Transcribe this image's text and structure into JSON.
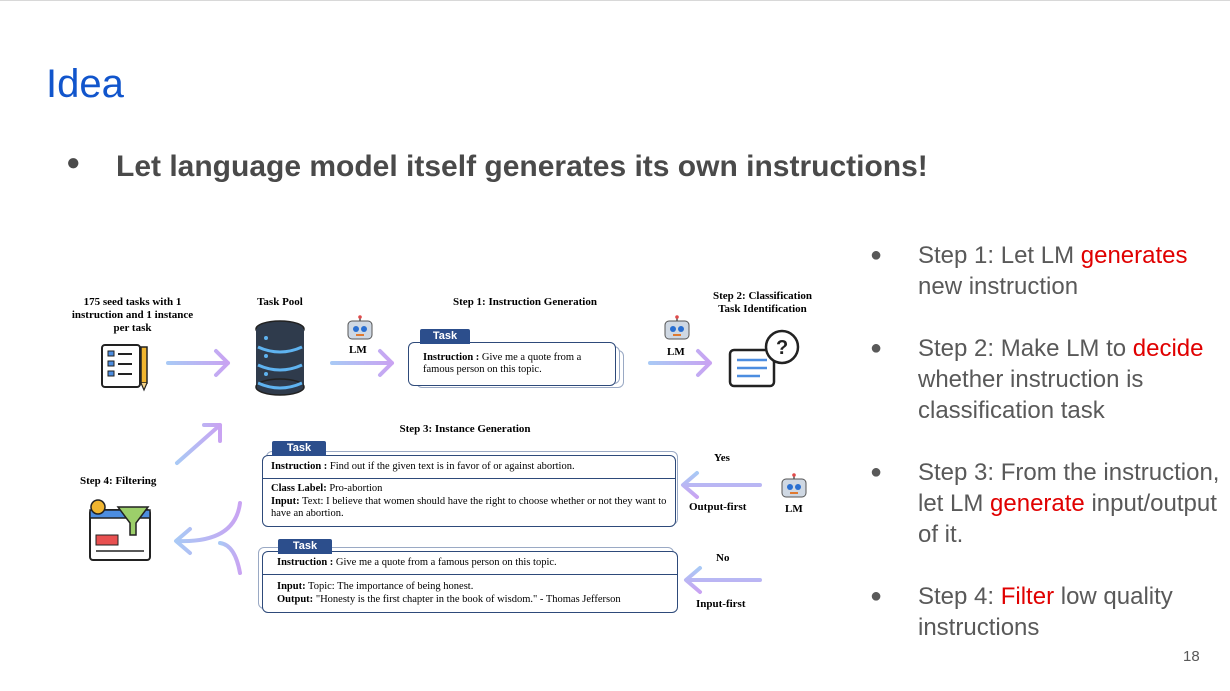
{
  "slide": {
    "title": "Idea",
    "main_bullet": "Let language model itself generates its own instructions!",
    "bullet_char": "●",
    "page_number": "18"
  },
  "steps": [
    {
      "prefix": "Step 1: Let LM ",
      "highlight": "generates",
      "suffix": " new instruction"
    },
    {
      "prefix": "Step 2: Make LM to ",
      "highlight": "decide",
      "suffix": " whether instruction is classification task"
    },
    {
      "prefix": "Step 3: From the instruction, let LM ",
      "highlight": "generate",
      "suffix": " input/output of it."
    },
    {
      "prefix": "Step 4: ",
      "highlight": "Filter",
      "suffix": " low quality instructions"
    }
  ],
  "diagram": {
    "seed_tasks": "175 seed tasks with 1 instruction and 1 instance per task",
    "task_pool": "Task Pool",
    "step1_title": "Step 1: Instruction Generation",
    "step2_title": "Step 2: Classification Task Identification",
    "step3_title": "Step 3: Instance Generation",
    "step4_title": "Step 4: Filtering",
    "lm": "LM",
    "task_tab": "Task",
    "instr_label": "Instruction :",
    "step1_instruction": "Give me a quote from a famous person on this topic.",
    "step3_instruction": "Find out if the given text is in favor of or against abortion.",
    "class_label_label": "Class Label:",
    "class_label_value": "Pro-abortion",
    "input_label": "Input:",
    "step3_input": "Text: I believe that women should have the right to choose whether or not they want to have an abortion.",
    "step3b_instruction": "Give me a quote from a famous person on this topic.",
    "step3b_input": "Topic: The importance of being honest.",
    "output_label": "Output:",
    "step3b_output": "\"Honesty is the first chapter in the book of wisdom.\" - Thomas Jefferson",
    "yes": "Yes",
    "no": "No",
    "output_first": "Output-first",
    "input_first": "Input-first"
  },
  "colors": {
    "title": "#1155cc",
    "highlight": "#e00000",
    "task_tab": "#2c4e8c"
  }
}
